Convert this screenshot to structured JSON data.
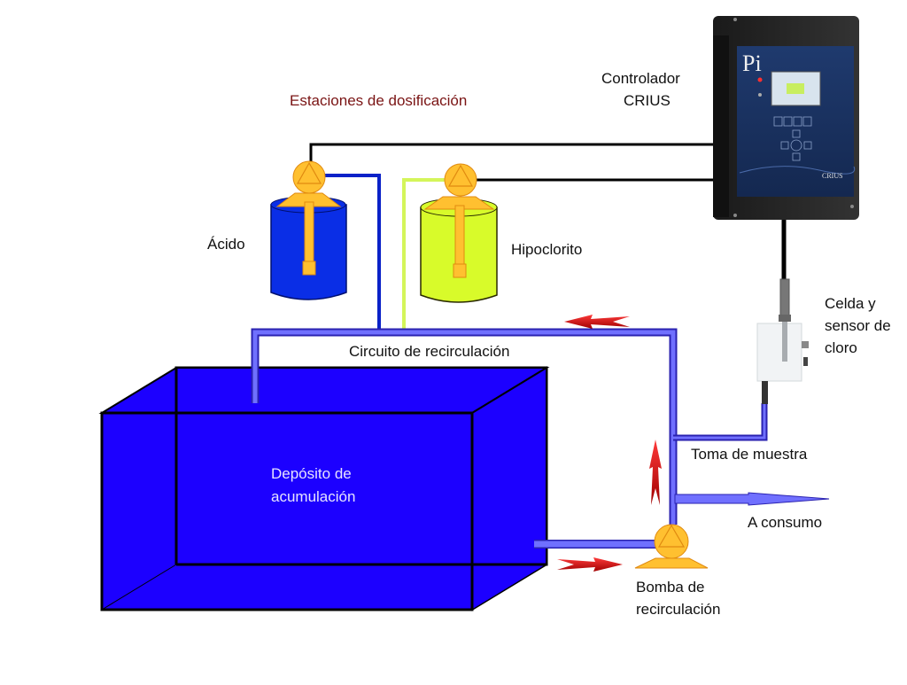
{
  "diagram": {
    "title": "Estaciones de dosificación",
    "labels": {
      "controller_line1": "Controlador",
      "controller_line2": "CRIUS",
      "acid": "Ácido",
      "hypochlorite": "Hipoclorito",
      "sensor_line1": "Celda y",
      "sensor_line2": "sensor de",
      "sensor_line3": "cloro",
      "circuit": "Circuito de recirculación",
      "tank_line1": "Depósito de",
      "tank_line2": "acumulación",
      "sample_intake": "Toma de muestra",
      "to_consumption": "A consumo",
      "pump_line1": "Bomba de",
      "pump_line2": "recirculación"
    },
    "controller": {
      "brand_mark": "Pi",
      "model": "CRIUS"
    },
    "colors": {
      "tank_blue": "#1c00ff",
      "acid_tank": "#0a2ee6",
      "hypochlorite_tank": "#d8fb2a",
      "pipe": "#7070ff",
      "pipe_edge": "#2a22b0",
      "pump_orange": "#ffc030",
      "flow_arrow": "#e00000",
      "title_text": "#7a1414",
      "acid_line": "#0a22c8",
      "hypochlorite_line": "#d4f55a"
    }
  }
}
